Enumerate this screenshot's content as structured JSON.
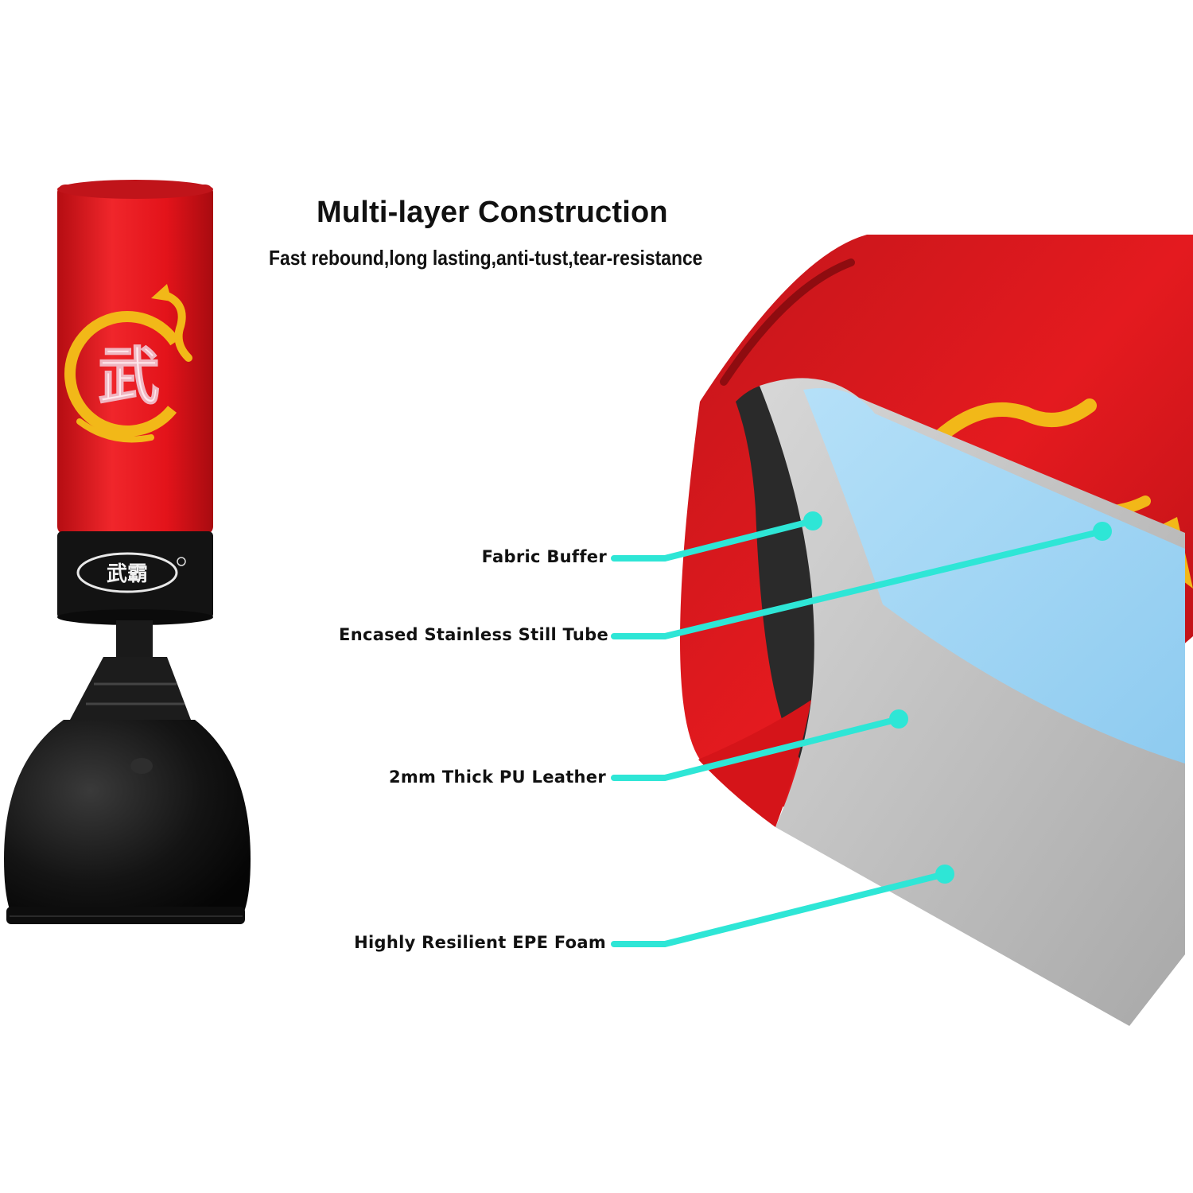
{
  "header": {
    "title": "Multi-layer Construction",
    "subtitle": "Fast rebound,long lasting,anti-tust,tear-resistance"
  },
  "callouts": [
    {
      "label": "Fabric Buffer"
    },
    {
      "label": "Encased Stainless Still Tube"
    },
    {
      "label": "2mm Thick PU Leather"
    },
    {
      "label": "Highly Resilient EPE Foam"
    }
  ],
  "product": {
    "logo_character": "武",
    "badge_text": "武霸"
  },
  "colors": {
    "bag_red": "#e3131a",
    "base_black": "#111111",
    "callout_cyan": "#2ee6d6",
    "tube_blue": "#a6d8f5",
    "foam_gray": "#c8c8c8",
    "dragon_gold": "#f2b818"
  }
}
